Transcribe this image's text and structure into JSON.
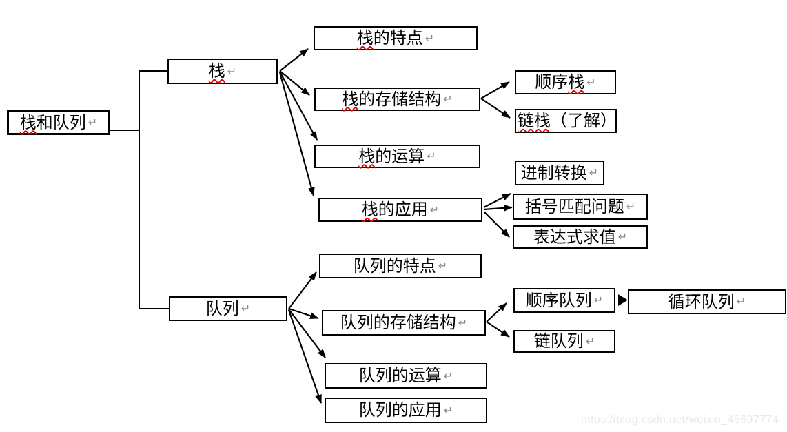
{
  "glyphs": {
    "return_mark": "↵"
  },
  "colors": {
    "background": "#ffffff",
    "box_border": "#000000",
    "text": "#000000",
    "connector": "#000000",
    "spellcheck_squiggle": "#e00000",
    "return_mark": "#888888",
    "watermark": "#e8e8e8"
  },
  "nodes": {
    "root": {
      "label": "栈和队列",
      "pre": "",
      "mark": "栈",
      "post": "和队列"
    },
    "stack": {
      "label": "栈",
      "pre": "",
      "mark": "栈",
      "post": ""
    },
    "stack_features": {
      "label": "栈的特点",
      "pre": "",
      "mark": "栈",
      "post": "的特点"
    },
    "stack_storage": {
      "label": "栈的存储结构",
      "pre": "",
      "mark": "栈",
      "post": "的存储结构"
    },
    "seq_stack": {
      "label": "顺序栈",
      "pre": "顺序",
      "mark": "栈",
      "post": ""
    },
    "link_stack": {
      "label": "链栈（了解）",
      "pre": "",
      "mark": "链栈",
      "post": "（了解）"
    },
    "stack_ops": {
      "label": "栈的运算",
      "pre": "",
      "mark": "栈",
      "post": "的运算"
    },
    "stack_apps": {
      "label": "栈的应用",
      "pre": "",
      "mark": "栈",
      "post": "的应用"
    },
    "base_conversion": {
      "label": "进制转换",
      "pre": "进制转换",
      "mark": "",
      "post": ""
    },
    "bracket_matching": {
      "label": "括号匹配问题",
      "pre": "括号匹配问题",
      "mark": "",
      "post": ""
    },
    "expression_eval": {
      "label": "表达式求值",
      "pre": "表达式求值",
      "mark": "",
      "post": ""
    },
    "queue": {
      "label": "队列",
      "pre": "队列",
      "mark": "",
      "post": ""
    },
    "queue_features": {
      "label": "队列的特点",
      "pre": "队列的特点",
      "mark": "",
      "post": ""
    },
    "queue_storage": {
      "label": "队列的存储结构",
      "pre": "队列的存储结构",
      "mark": "",
      "post": ""
    },
    "seq_queue": {
      "label": "顺序队列",
      "pre": "顺序队列",
      "mark": "",
      "post": ""
    },
    "circular_queue": {
      "label": "循环队列",
      "pre": "循环队列",
      "mark": "",
      "post": ""
    },
    "link_queue": {
      "label": "链队列",
      "pre": "链队列",
      "mark": "",
      "post": ""
    },
    "queue_ops": {
      "label": "队列的运算",
      "pre": "队列的运算",
      "mark": "",
      "post": ""
    },
    "queue_apps": {
      "label": "队列的应用",
      "pre": "队列的应用",
      "mark": "",
      "post": ""
    }
  },
  "edges": [
    {
      "from": "栈和队列",
      "to": "栈"
    },
    {
      "from": "栈和队列",
      "to": "队列"
    },
    {
      "from": "栈",
      "to": "栈的特点"
    },
    {
      "from": "栈",
      "to": "栈的存储结构"
    },
    {
      "from": "栈",
      "to": "栈的运算"
    },
    {
      "from": "栈",
      "to": "栈的应用"
    },
    {
      "from": "栈的存储结构",
      "to": "顺序栈"
    },
    {
      "from": "栈的存储结构",
      "to": "链栈（了解）"
    },
    {
      "from": "栈的应用",
      "to": "进制转换"
    },
    {
      "from": "栈的应用",
      "to": "括号匹配问题"
    },
    {
      "from": "栈的应用",
      "to": "表达式求值"
    },
    {
      "from": "队列",
      "to": "队列的特点"
    },
    {
      "from": "队列",
      "to": "队列的存储结构"
    },
    {
      "from": "队列",
      "to": "队列的运算"
    },
    {
      "from": "队列",
      "to": "队列的应用"
    },
    {
      "from": "队列的存储结构",
      "to": "顺序队列"
    },
    {
      "from": "队列的存储结构",
      "to": "链队列"
    },
    {
      "from": "顺序队列",
      "to": "循环队列"
    }
  ],
  "watermark": {
    "text": "https://blog.csdn.net/weixin_45697774"
  }
}
